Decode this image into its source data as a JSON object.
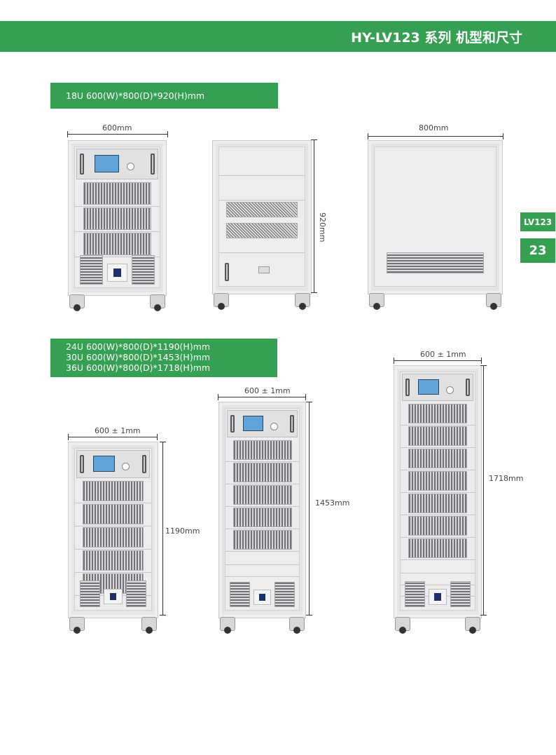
{
  "header": {
    "title": "HY-LV123 系列  机型和尺寸"
  },
  "side_tabs": {
    "model": "LV123",
    "page": "23"
  },
  "section1": {
    "label": "18U 600(W)*800(D)*920(H)mm",
    "front_width": "600mm",
    "side_height": "920mm",
    "back_depth": "800mm"
  },
  "section2": {
    "labels": [
      "24U 600(W)*800(D)*1190(H)mm",
      "30U 600(W)*800(D)*1453(H)mm",
      "36U 600(W)*800(D)*1718(H)mm"
    ],
    "cabinets": [
      {
        "width": "600 ± 1mm",
        "height": "1190mm"
      },
      {
        "width": "600 ± 1mm",
        "height": "1453mm"
      },
      {
        "width": "600 ± 1mm",
        "height": "1718mm"
      }
    ]
  }
}
